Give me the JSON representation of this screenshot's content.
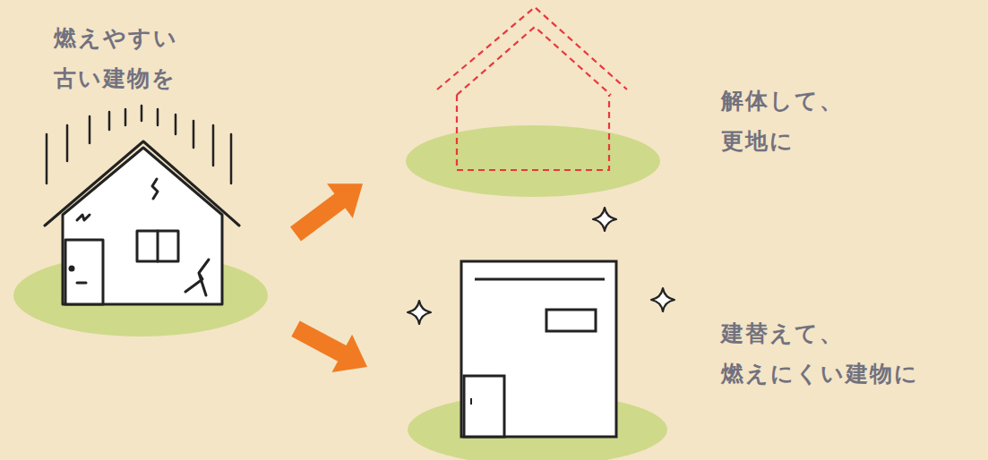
{
  "diagram": {
    "nodes": [
      {
        "text": [
          "燃えやすい 古い建物を"
        ]
      },
      {
        "text": [
          "解体して、 更地に"
        ]
      },
      {
        "text": [
          "建替えて、 燃えにくい建物に"
        ]
      }
    ],
    "edges": [
      {
        "from": 0,
        "to": 1,
        "arrow": "to"
      },
      {
        "from": 0,
        "to": 2,
        "arrow": "to"
      }
    ]
  }
}
